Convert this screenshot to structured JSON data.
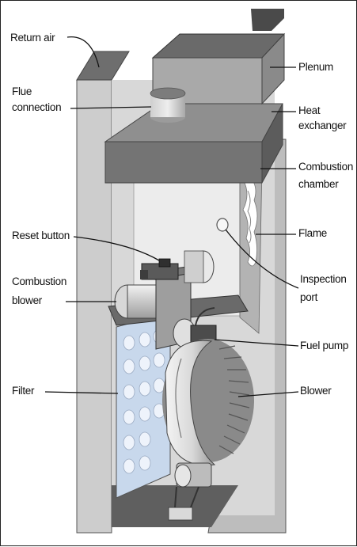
{
  "labels": {
    "return_air": "Return air",
    "flue_line1": "Flue",
    "flue_line2": "connection",
    "plenum": "Plenum",
    "heat_line1": "Heat",
    "heat_line2": "exchanger",
    "comb_ch_line1": "Combustion",
    "comb_ch_line2": "chamber",
    "flame": "Flame",
    "reset_button": "Reset button",
    "comb_blower_line1": "Combustion",
    "comb_blower_line2": "blower",
    "inspection_line1": "Inspection",
    "inspection_line2": "port",
    "fuel_pump": "Fuel pump",
    "filter": "Filter",
    "blower": "Blower"
  },
  "colors": {
    "dark_grey": "#6e6e6e",
    "mid_grey": "#a5a5a5",
    "light_grey": "#d2d2d2",
    "pale_grey": "#e4e4e4",
    "filter_blue": "#c8d8ec",
    "leader_line": "#111111"
  }
}
